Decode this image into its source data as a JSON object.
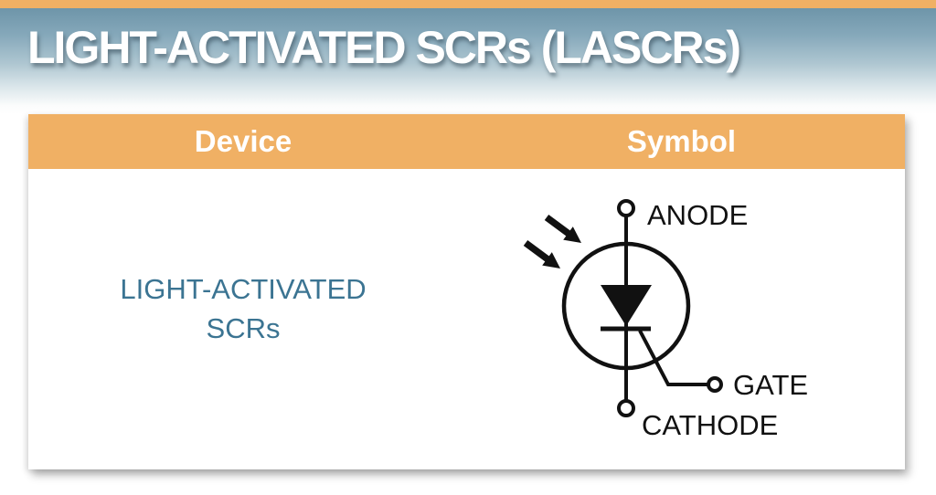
{
  "page": {
    "title": "LIGHT-ACTIVATED SCRs (LASCRs)"
  },
  "colors": {
    "accent_orange": "#F0B064",
    "banner_gradient_top": "#6E95A9",
    "banner_gradient_bottom": "#FFFFFF",
    "title_text": "#FFFFFF",
    "device_text": "#3B7492",
    "symbol_ink": "#111111"
  },
  "table": {
    "columns": [
      {
        "label": "Device"
      },
      {
        "label": "Symbol"
      }
    ],
    "row": {
      "device_line1": "LIGHT-ACTIVATED",
      "device_line2": "SCRs",
      "symbol": {
        "type": "light-activated-scr",
        "labels": {
          "anode": "ANODE",
          "gate": "GATE",
          "cathode": "CATHODE"
        }
      }
    }
  }
}
